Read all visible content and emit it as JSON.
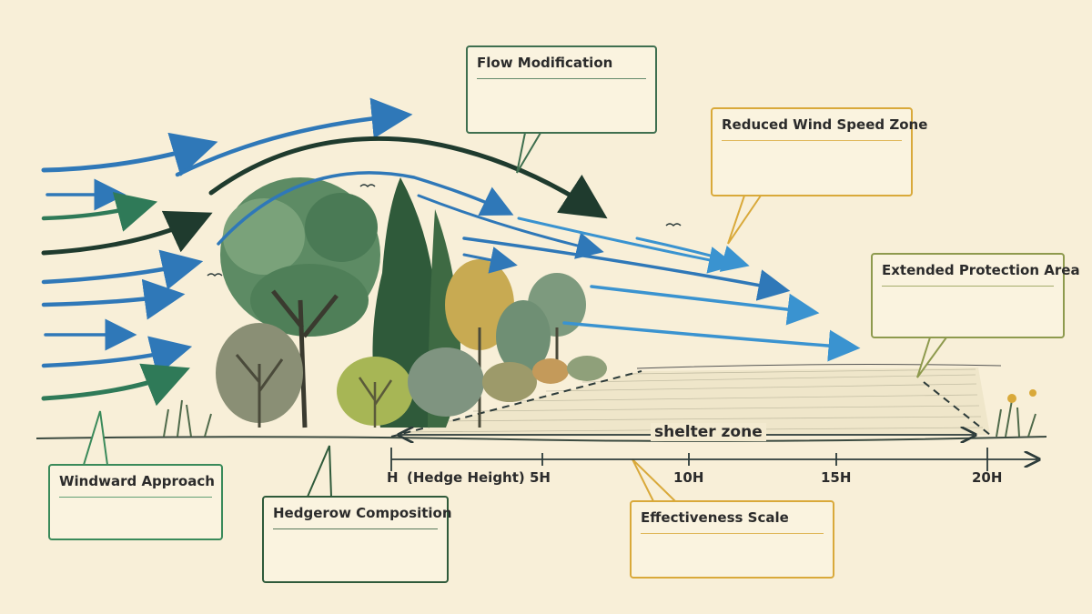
{
  "callouts": {
    "flow_modification": "Flow Modification",
    "reduced_wind_speed_zone": "Reduced Wind Speed Zone",
    "extended_protection_area": "Extended Protection Area",
    "windward_approach": "Windward Approach",
    "hedgerow_composition": "Hedgerow Composition",
    "effectiveness_scale": "Effectiveness Scale"
  },
  "scale": {
    "origin_label": "H",
    "origin_note": "(Hedge Height)",
    "ticks": [
      "5H",
      "10H",
      "15H",
      "20H"
    ]
  },
  "shelter_zone_label": "shelter zone",
  "colors": {
    "background": "#f8efd8",
    "flow_green": "#3f6f4f",
    "wind_blue": "#2f78b8",
    "speed_gold": "#d9a93a",
    "protection_olive": "#8e9a4e",
    "approach_green": "#3a8a5a"
  }
}
